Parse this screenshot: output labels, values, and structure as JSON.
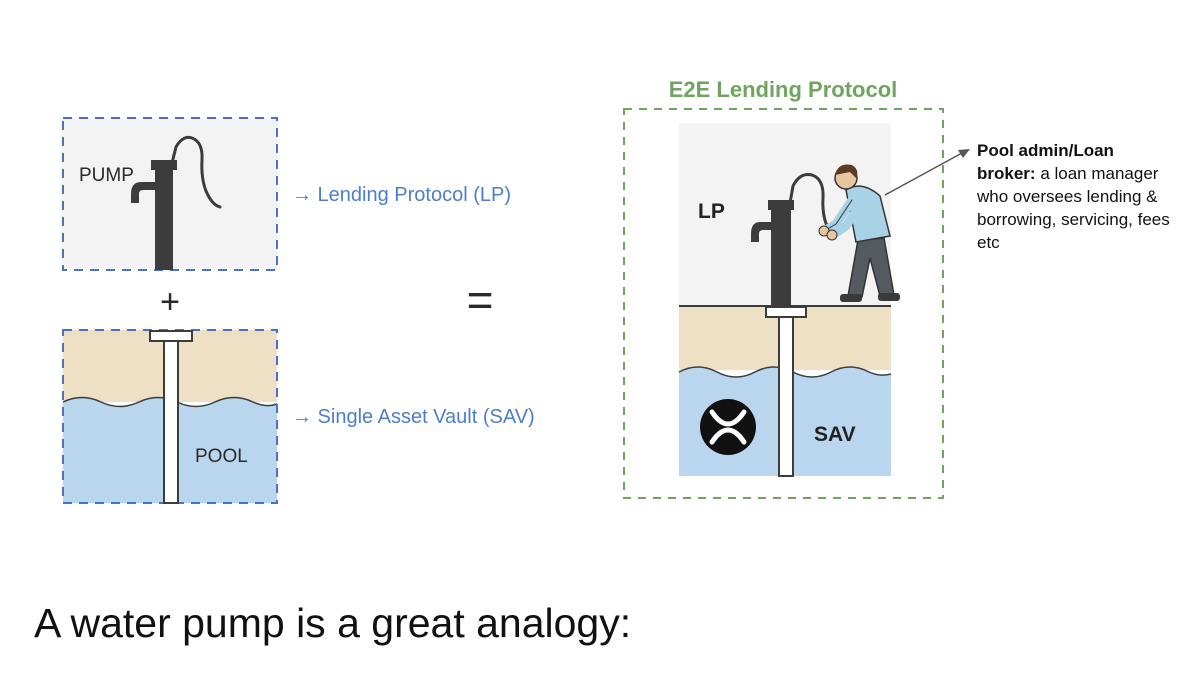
{
  "diagram": {
    "pump_label": "PUMP",
    "plus_sign": "+",
    "pool_label": "POOL",
    "lp_arrow_text": "→ Lending Protocol (LP)",
    "sav_arrow_text": "→ Single Asset Vault (SAV)",
    "equals_sign": "=",
    "e2e_title": "E2E Lending Protocol",
    "lp_label": "LP",
    "sav_label": "SAV",
    "broker_bold": "Pool admin/Loan broker:",
    "broker_text": "a loan manager who oversees lending & borrowing, servicing, fees etc",
    "xrp_logo": "xrp-logo-icon"
  },
  "caption": "A water pump is a great analogy:",
  "colors": {
    "box_bg": "#f3f3f3",
    "sand": "#ede0c4",
    "water": "#b9d6ee",
    "blue_dash": "#4a72c4",
    "green_dash": "#6fa560",
    "green_title": "#6fa560",
    "link_text": "#4d7ecb",
    "shirt": "#a8d3e6",
    "pants": "#555a60"
  }
}
